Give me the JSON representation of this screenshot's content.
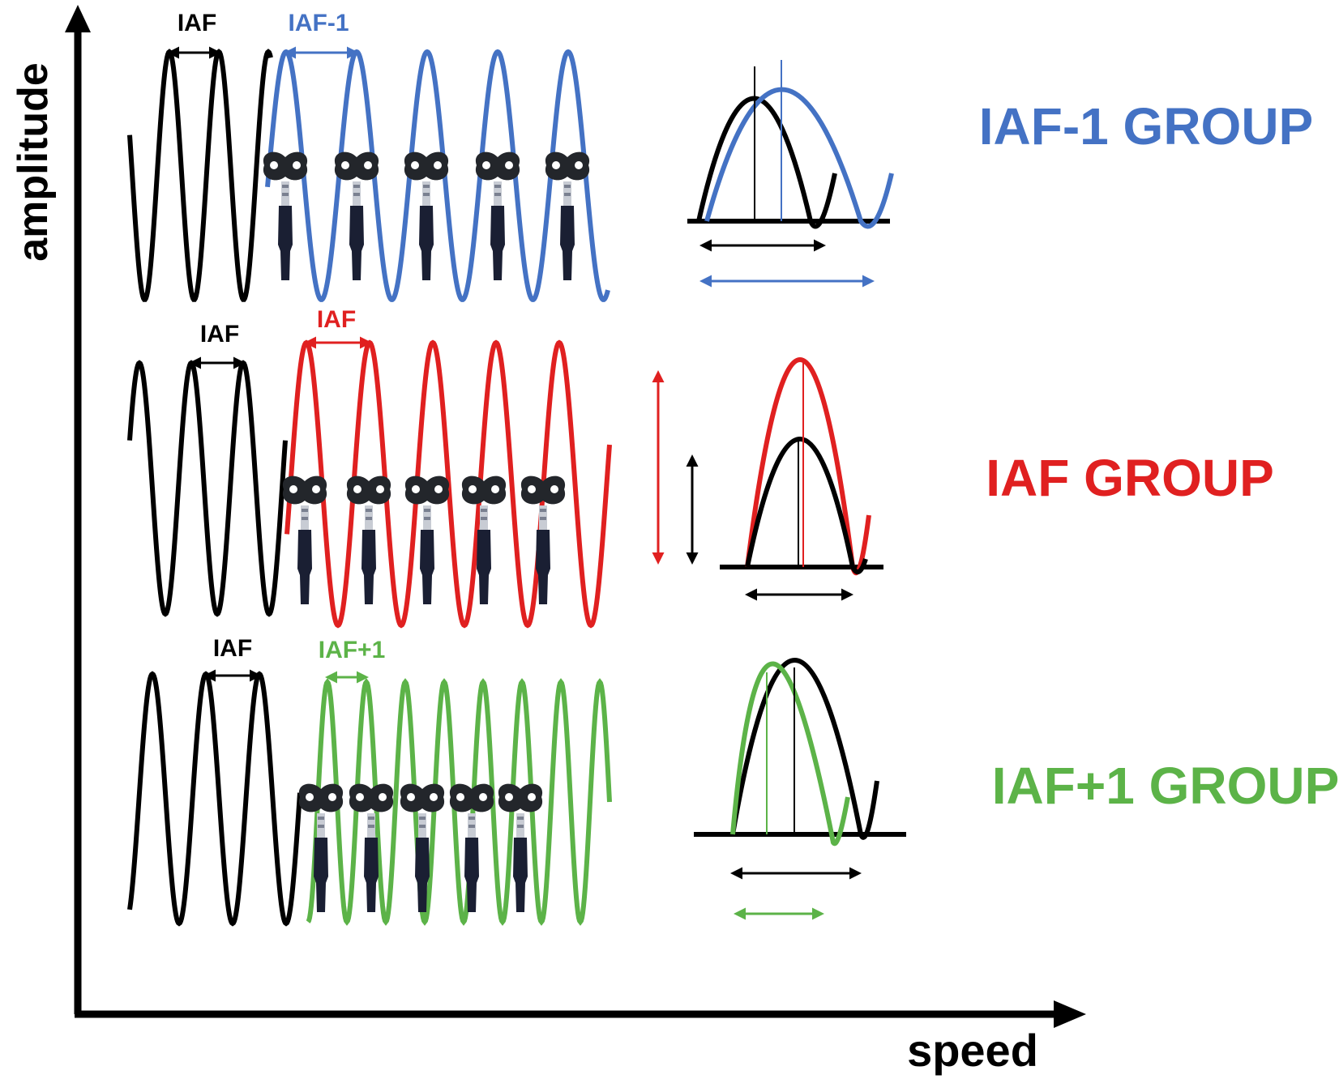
{
  "axes": {
    "y_label": "amplitude",
    "x_label": "speed"
  },
  "colors": {
    "baseline": "#000000",
    "iaf_minus_1": "#4472c4",
    "iaf": "#e02020",
    "iaf_plus_1": "#5cb348",
    "tms_coil": "#1a1f33"
  },
  "groups": [
    {
      "id": "minus1",
      "group_label": "IAF-1 GROUP",
      "baseline_freq_label": "IAF",
      "stim_freq_label": "IAF-1",
      "stim_color": "#4472c4"
    },
    {
      "id": "iaf",
      "group_label": "IAF GROUP",
      "baseline_freq_label": "IAF",
      "stim_freq_label": "IAF",
      "stim_color": "#e02020"
    },
    {
      "id": "plus1",
      "group_label": "IAF+1 GROUP",
      "baseline_freq_label": "IAF",
      "stim_freq_label": "IAF+1",
      "stim_color": "#5cb348"
    }
  ]
}
